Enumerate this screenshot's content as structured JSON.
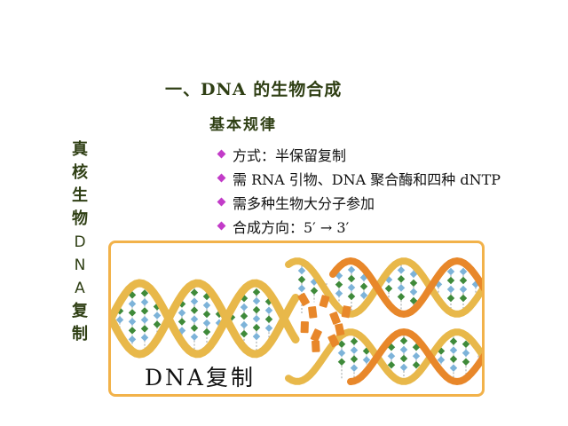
{
  "slide": {
    "title": "一、DNA 的生物合成",
    "subtitle": "基本规律",
    "side_label": [
      "真",
      "核",
      "生",
      "物",
      "D",
      "N",
      "A",
      "复",
      "制"
    ],
    "bullets": [
      "方式：半保留复制",
      "需 RNA 引物、DNA 聚合酶和四种 dNTP",
      "需多种生物大分子参加",
      "合成方向：5′ → 3′"
    ],
    "figure": {
      "caption": "DNA复制"
    }
  },
  "colors": {
    "heading": "#2f3f14",
    "bullet_diamond": "#c23bc8",
    "frame_border": "#f2b24a",
    "parent_strand": "#e8b84a",
    "new_strand": "#e8872a",
    "base_green": "#3f8a3a",
    "base_blue": "#7db3d9"
  }
}
